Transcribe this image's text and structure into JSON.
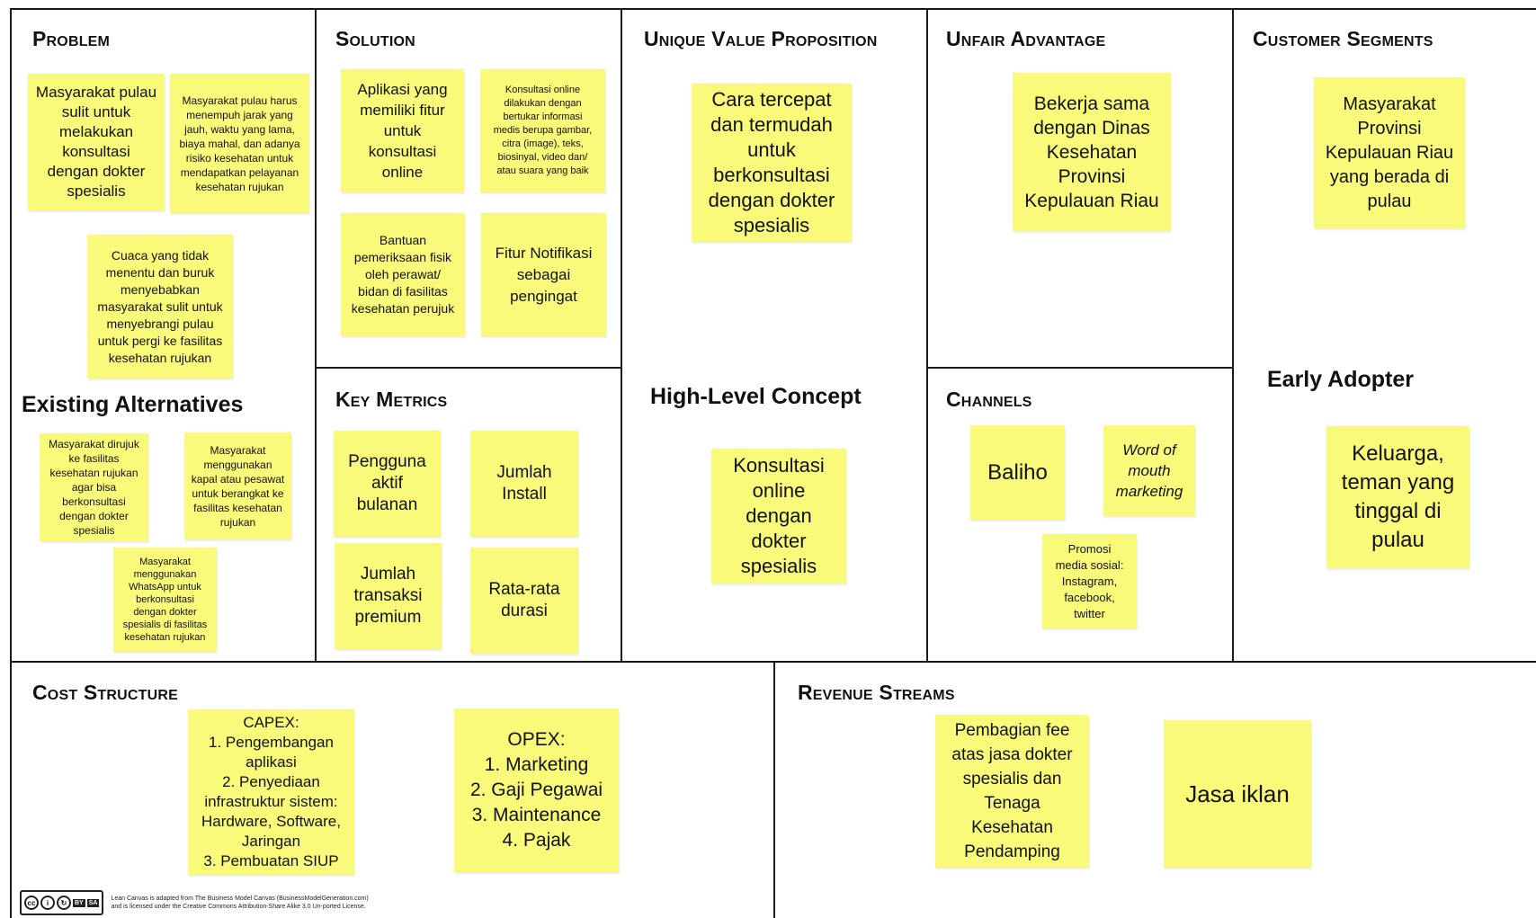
{
  "sections": {
    "problem": "Problem",
    "solution": "Solution",
    "uvp": "Unique Value Proposition",
    "unfair_advantage": "Unfair Advantage",
    "customer_segments": "Customer Segments",
    "existing_alternatives": "Existing Alternatives",
    "key_metrics": "Key Metrics",
    "high_level_concept": "High-Level Concept",
    "channels": "Channels",
    "early_adopter": "Early Adopter",
    "cost_structure": "Cost Structure",
    "revenue_streams": "Revenue Streams"
  },
  "notes": {
    "problem_1": "Masyarakat pulau\nsulit untuk\nmelakukan\nkonsultasi\ndengan dokter\nspesialis",
    "problem_2": "Masyarakat pulau harus\nmenempuh jarak yang\njauh,  waktu yang lama,\nbiaya mahal, dan adanya\nrisiko kesehatan untuk\nmendapatkan pelayanan\nkesehatan rujukan",
    "problem_3": "Cuaca yang tidak\nmenentu dan buruk\nmenyebabkan\nmasyarakat sulit untuk\nmenyebrangi pulau\nuntuk pergi ke fasilitas\nkesehatan rujukan",
    "alt_1": "Masyarakat dirujuk\nke fasilitas\nkesehatan rujukan\nagar bisa\nberkonsultasi\ndengan dokter\nspesialis",
    "alt_2": "Masyarakat\nmenggunakan\nkapal atau pesawat\nuntuk berangkat ke\nfasilitas kesehatan\nrujukan",
    "alt_3": "Masyarakat\nmenggunakan\nWhatsApp untuk\nberkonsultasi\ndengan dokter\nspesialis di fasilitas\nkesehatan rujukan",
    "solution_1": "Aplikasi yang\nmemiliki fitur\nuntuk\nkonsultasi\nonline",
    "solution_2": "Konsultasi online\ndilakukan dengan\nbertukar informasi\nmedis berupa gambar,\ncitra (image), teks,\nbiosinyal, video dan/\natau suara yang baik",
    "solution_3": "Bantuan\npemeriksaan fisik\noleh perawat/\nbidan di fasilitas\nkesehatan perujuk",
    "solution_4": "Fitur Notifikasi\nsebagai\npengingat",
    "metric_1": "Pengguna\naktif\nbulanan",
    "metric_2": "Jumlah\nInstall",
    "metric_3": "Jumlah\ntransaksi\npremium",
    "metric_4": "Rata-rata\ndurasi",
    "uvp_1": "Cara tercepat\ndan termudah\nuntuk\nberkonsultasi\ndengan dokter\nspesialis",
    "concept_1": "Konsultasi\nonline\ndengan\ndokter\nspesialis",
    "unfair_1": "Bekerja sama\ndengan Dinas\nKesehatan\nProvinsi\nKepulauan Riau",
    "channel_1": "Baliho",
    "channel_2": "Word of\nmouth\nmarketing",
    "channel_3": "Promosi\nmedia sosial:\nInstagram,\nfacebook,\ntwitter",
    "segment_1": "Masyarakat\nProvinsi\nKepulauan Riau\nyang berada di\npulau",
    "adopter_1": "Keluarga,\nteman yang\ntinggal di\npulau",
    "cost_1": "CAPEX:\n1. Pengembangan\naplikasi\n2. Penyediaan\ninfrastruktur sistem:\nHardware, Software,\nJaringan\n3. Pembuatan SIUP",
    "cost_2": "OPEX:\n1. Marketing\n2. Gaji Pegawai\n3. Maintenance\n4. Pajak",
    "revenue_1": "Pembagian fee\natas jasa dokter\nspesialis dan\nTenaga\nKesehatan\nPendamping",
    "revenue_2": "Jasa iklan"
  },
  "license": {
    "badge_by": "BY",
    "badge_sa": "SA",
    "text": "Lean Canvas is adapted from The Business Model Canvas (BusinessModelGeneration.com)\nand is licensed under the Creative Commons Attribution-Share Alike 3.0 Un-ported License."
  },
  "colors": {
    "sticky_note": "#fafa7a",
    "grid_line": "#1a1a1a"
  }
}
